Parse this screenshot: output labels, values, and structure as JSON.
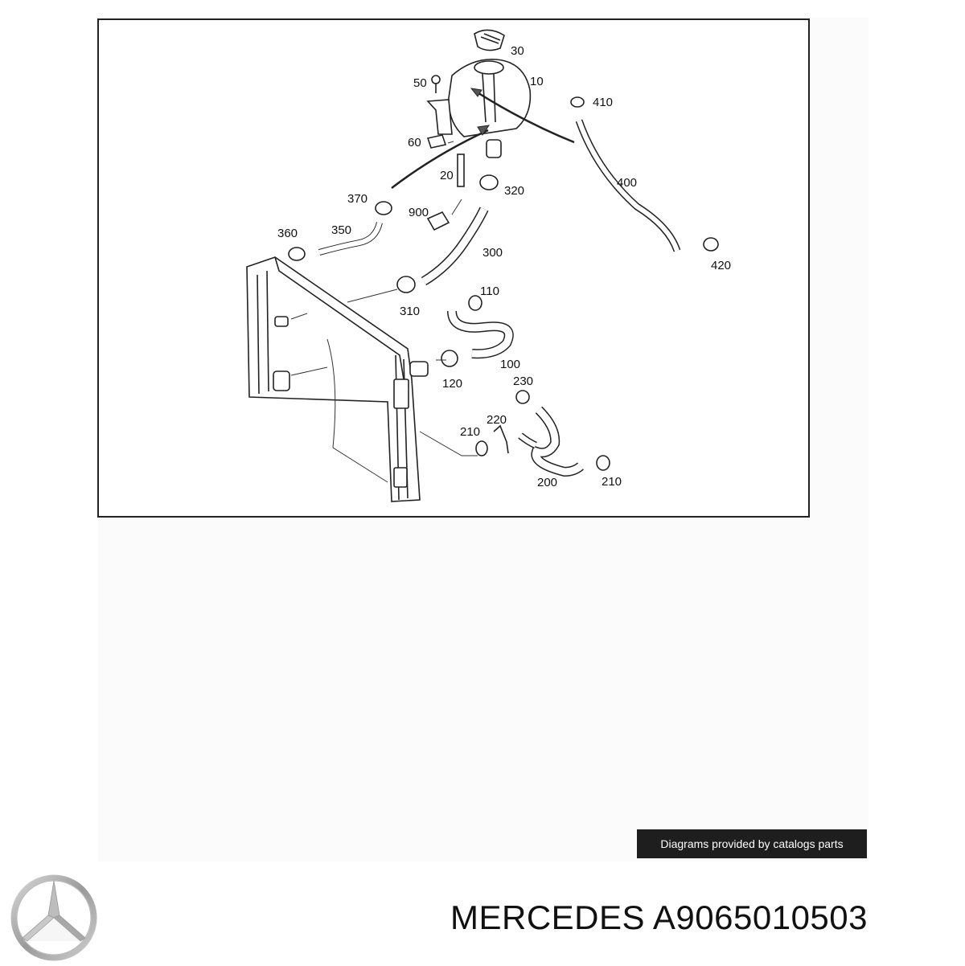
{
  "diagram": {
    "callouts": [
      {
        "id": "30",
        "label": "30"
      },
      {
        "id": "50",
        "label": "50"
      },
      {
        "id": "10",
        "label": "10"
      },
      {
        "id": "410",
        "label": "410"
      },
      {
        "id": "60",
        "label": "60"
      },
      {
        "id": "20",
        "label": "20"
      },
      {
        "id": "320",
        "label": "320"
      },
      {
        "id": "400",
        "label": "400"
      },
      {
        "id": "370",
        "label": "370"
      },
      {
        "id": "900",
        "label": "900"
      },
      {
        "id": "360",
        "label": "360"
      },
      {
        "id": "350",
        "label": "350"
      },
      {
        "id": "300",
        "label": "300"
      },
      {
        "id": "420",
        "label": "420"
      },
      {
        "id": "310",
        "label": "310"
      },
      {
        "id": "110",
        "label": "110"
      },
      {
        "id": "100",
        "label": "100"
      },
      {
        "id": "120",
        "label": "120"
      },
      {
        "id": "230",
        "label": "230"
      },
      {
        "id": "220",
        "label": "220"
      },
      {
        "id": "210a",
        "label": "210"
      },
      {
        "id": "200",
        "label": "200"
      },
      {
        "id": "210b",
        "label": "210"
      }
    ]
  },
  "credit": "Diagrams provided by catalogs parts",
  "brand": "MERCEDES",
  "part_number": "A9065010503",
  "logo_icon": "mercedes-star-icon"
}
